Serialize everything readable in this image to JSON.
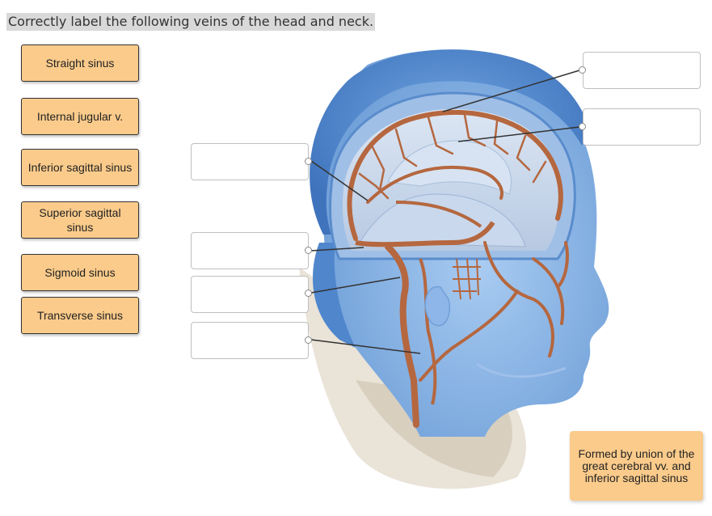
{
  "instruction": "Correctly label the following veins of the head and neck.",
  "labels": [
    {
      "text": "Straight sinus"
    },
    {
      "text": "Internal jugular v."
    },
    {
      "text": "Inferior sagittal sinus"
    },
    {
      "text": "Superior sagittal sinus"
    },
    {
      "text": "Sigmoid sinus"
    },
    {
      "text": "Transverse sinus"
    }
  ],
  "hint": "Formed by union of the great cerebral vv. and inferior sagittal sinus",
  "colors": {
    "label_fill": "#fbcb8b",
    "skin_blue": "#7fb0e6",
    "vein_brown": "#b5673f"
  }
}
